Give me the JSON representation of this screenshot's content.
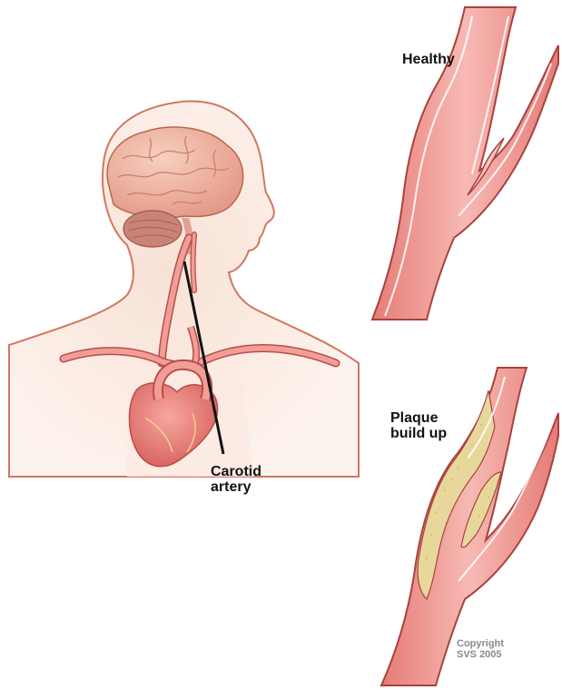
{
  "labels": {
    "healthy": "Healthy",
    "plaque_line1": "Plaque",
    "plaque_line2": "build up",
    "carotid_line1": "Carotid",
    "carotid_line2": "artery",
    "copyright_line1": "Copyright",
    "copyright_line2": "SVS 2005"
  },
  "colors": {
    "body_outline": "#d2775f",
    "body_glow": "#f6d8c8",
    "artery": "#ee8f8a",
    "artery_highlight": "#f7c4c0",
    "artery_wall": "#b84d48",
    "brain": "#f1b8a6",
    "cerebellum": "#c98478",
    "plaque": "#e8d79a",
    "pointer_line": "#111111"
  }
}
